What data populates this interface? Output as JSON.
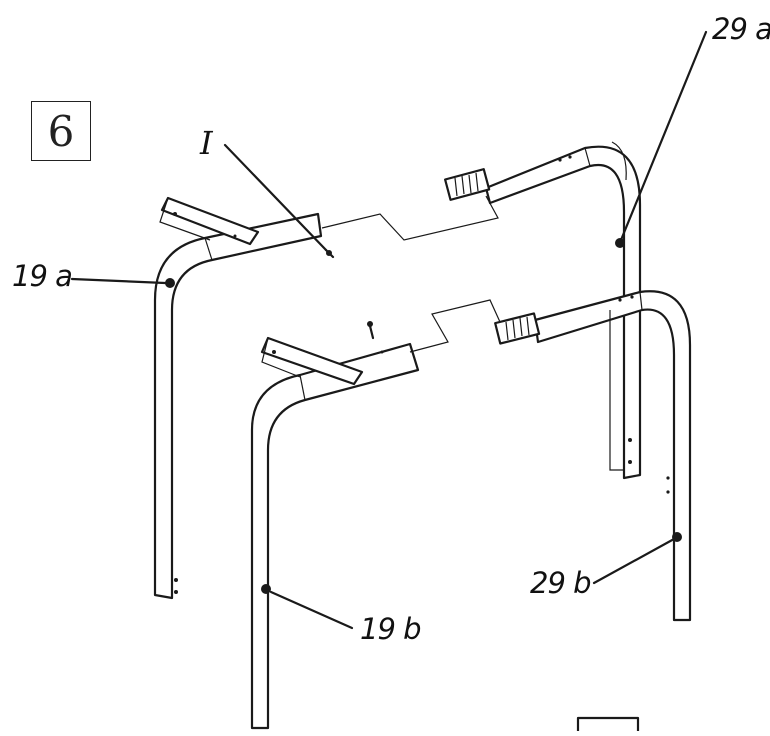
{
  "step": {
    "number": "6"
  },
  "labels": {
    "screw": "I",
    "part_19a": "19 a",
    "part_19b": "19 b",
    "part_29a": "29 a",
    "part_29b": "29 b"
  }
}
